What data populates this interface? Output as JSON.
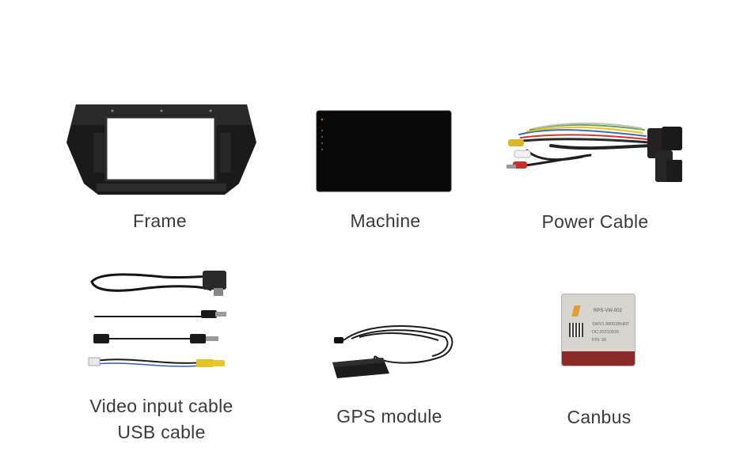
{
  "items": [
    {
      "label": "Frame"
    },
    {
      "label": "Machine"
    },
    {
      "label": "Power Cable"
    },
    {
      "label_line1": "Video input cable",
      "label_line2": "USB cable"
    },
    {
      "label": "GPS module"
    },
    {
      "label": "Canbus"
    }
  ],
  "canbus_sticker": {
    "model": "RPS-VW-002",
    "serial": "SWV1.99002BHRT",
    "date": "DC:20210916",
    "pn": "P/N: 55"
  },
  "colors": {
    "background": "#ffffff",
    "text": "#3a3a3a",
    "frame_plastic": "#1a1a1a",
    "screen": "#050505",
    "canbus_red": "#8c2a2a"
  }
}
